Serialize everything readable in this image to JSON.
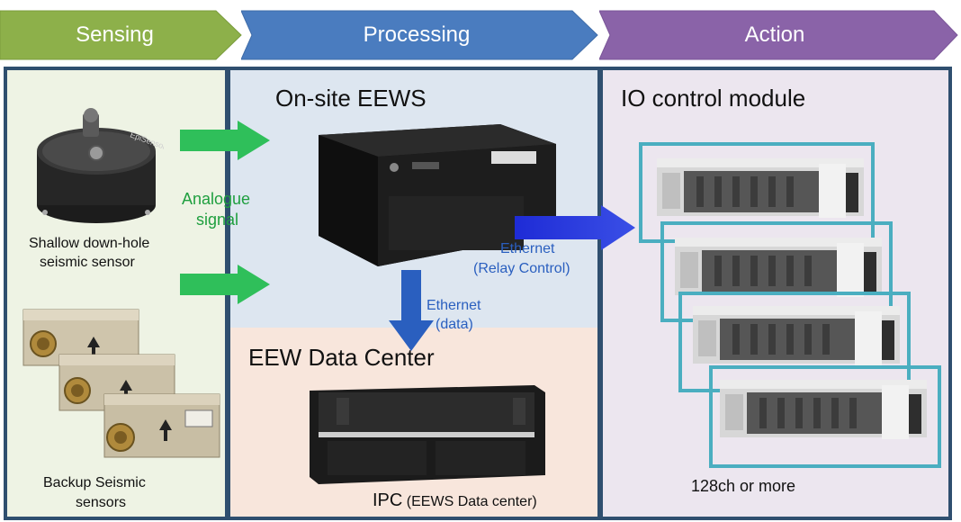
{
  "stages": {
    "sensing": "Sensing",
    "processing": "Processing",
    "action": "Action"
  },
  "sensing": {
    "shallow_label_1": "Shallow down-hole",
    "shallow_label_2": "seismic sensor",
    "backup_label_1": "Backup Seismic",
    "backup_label_2": "sensors",
    "signal_1": "Analogue",
    "signal_2": "signal",
    "episensor_text": "EpiSensor"
  },
  "processing": {
    "onsite_title": "On-site EEWS",
    "ethernet_data_1": "Ethernet",
    "ethernet_data_2": "(data)",
    "ethernet_relay_1": "Ethernet",
    "ethernet_relay_2": "(Relay Control)",
    "datacenter_title": "EEW Data Center",
    "ipc_main": "IPC",
    "ipc_sub": "(EEWS Data center)"
  },
  "action": {
    "title": "IO control module",
    "channels": "128ch or more"
  },
  "colors": {
    "sensing_header": "#8db04a",
    "processing_header": "#4a7cbf",
    "action_header": "#8a63a8",
    "sensing_bg": "#eef3e4",
    "onsite_bg": "#dde6f0",
    "datacenter_bg": "#f8e6dc",
    "action_bg": "#ece6ef",
    "frame": "#2f4f6f",
    "green_arrow": "#2fbf5a",
    "blue_arrow": "#3344e0",
    "dark_blue_arrow": "#2a5fbf",
    "module_outline": "#4aaec0"
  }
}
